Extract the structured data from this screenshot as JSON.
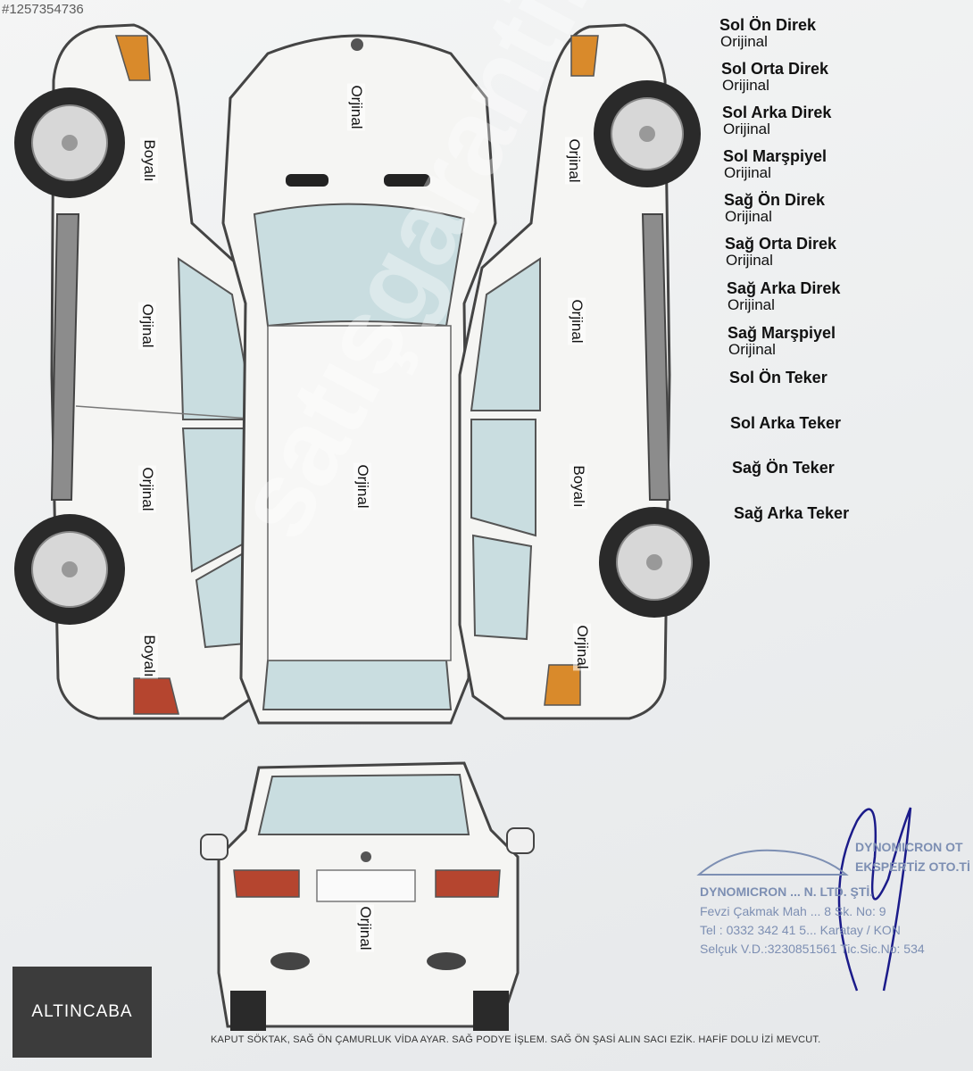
{
  "photo_id": "#1257354736",
  "brand_logo": "ALTINCABA",
  "watermark": "satışgaranti.com",
  "panels": {
    "hood": "Orjinal",
    "roof": "Orjinal",
    "left_front_fender": "Boyalı",
    "left_front_door": "Orjinal",
    "left_rear_door": "Orjinal",
    "left_rear_fender": "Boyalı",
    "right_front_fender": "Orjinal",
    "right_front_door": "Orjinal",
    "right_rear_door": "Boyalı",
    "right_rear_fender": "Orjinal",
    "tailgate": "Orjinal"
  },
  "checklist": [
    {
      "title": "Sol Ön Direk",
      "value": "Orijinal"
    },
    {
      "title": "Sol Orta Direk",
      "value": "Orijinal"
    },
    {
      "title": "Sol Arka Direk",
      "value": "Orijinal"
    },
    {
      "title": "Sol Marşpiyel",
      "value": "Orijinal"
    },
    {
      "title": "Sağ Ön Direk",
      "value": "Orijinal"
    },
    {
      "title": "Sağ Orta Direk",
      "value": "Orijinal"
    },
    {
      "title": "Sağ Arka Direk",
      "value": "Orijinal"
    },
    {
      "title": "Sağ Marşpiyel",
      "value": "Orijinal"
    },
    {
      "title": "Sol Ön Teker",
      "value": ""
    },
    {
      "title": "Sol Arka Teker",
      "value": ""
    },
    {
      "title": "Sağ Ön Teker",
      "value": ""
    },
    {
      "title": "Sağ Arka Teker",
      "value": ""
    }
  ],
  "stamp": {
    "line1": "DYNOMICRON OT",
    "line2": "EKSPERTİZ OTO.Tİ",
    "line3": "DYNOMICRON ... N. LTD. ŞTİ.",
    "line4": "Fevzi Çakmak Mah ... 8 Sk. No: 9",
    "line5": "Tel : 0332 342 41 5... Karatay / KON",
    "line6": "Selçuk V.D.:3230851561 Tic.Sic.No: 534"
  },
  "footer_note": "KAPUT SÖKTAK, SAĞ ÖN ÇAMURLUK VİDA AYAR. SAĞ PODYE İŞLEM. SAĞ ÖN ŞASİ ALIN SACI EZİK. HAFİF DOLU İZİ MEVCUT.",
  "colors": {
    "glass": "#c9dde0",
    "body_panel": "#f5f5f3",
    "trim": "#8a8a8a",
    "tire": "#2a2a2a",
    "light_orange": "#d98a2b",
    "light_red": "#b5452f",
    "stamp_blue": "#7d8fb3",
    "signature": "#1b1b8a"
  }
}
